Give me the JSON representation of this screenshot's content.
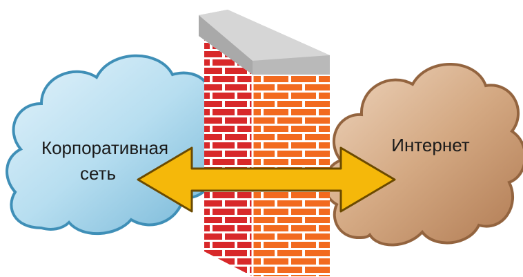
{
  "diagram": {
    "left_cloud": {
      "label_line1": "Корпоративная",
      "label_line2": "сеть",
      "color": "#8ec7e2"
    },
    "right_cloud": {
      "label": "Интернет",
      "color": "#c99a72"
    },
    "firewall": {
      "icon": "brick-wall-icon",
      "brick_color_shadow": "#d8282a",
      "brick_color_light": "#f26a1f",
      "cap_color": "#c8c8c8"
    },
    "arrow": {
      "icon": "double-arrow-icon",
      "color": "#f5b80a"
    }
  }
}
